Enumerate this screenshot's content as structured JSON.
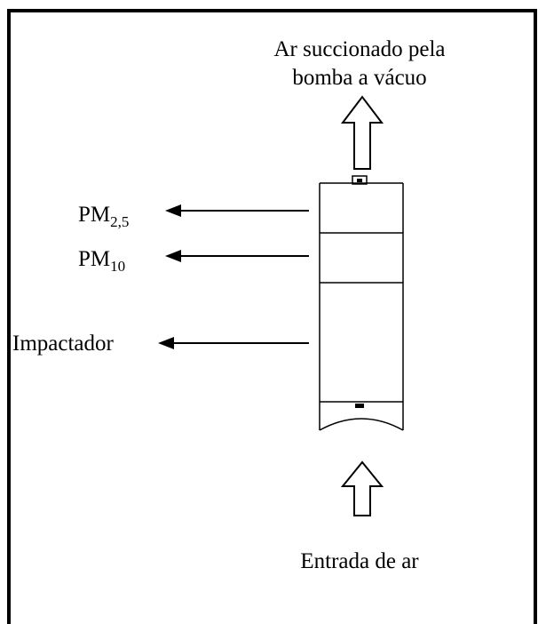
{
  "outlet_label_line1": "Ar succionado pela",
  "outlet_label_line2": "bomba a vácuo",
  "inlet_label": "Entrada de ar",
  "stages": {
    "pm25": {
      "main": "PM",
      "sub": "2,5"
    },
    "pm10": {
      "main": "PM",
      "sub": "10"
    },
    "impactor": "Impactador"
  },
  "colors": {
    "line": "#000000",
    "background": "#ffffff"
  }
}
